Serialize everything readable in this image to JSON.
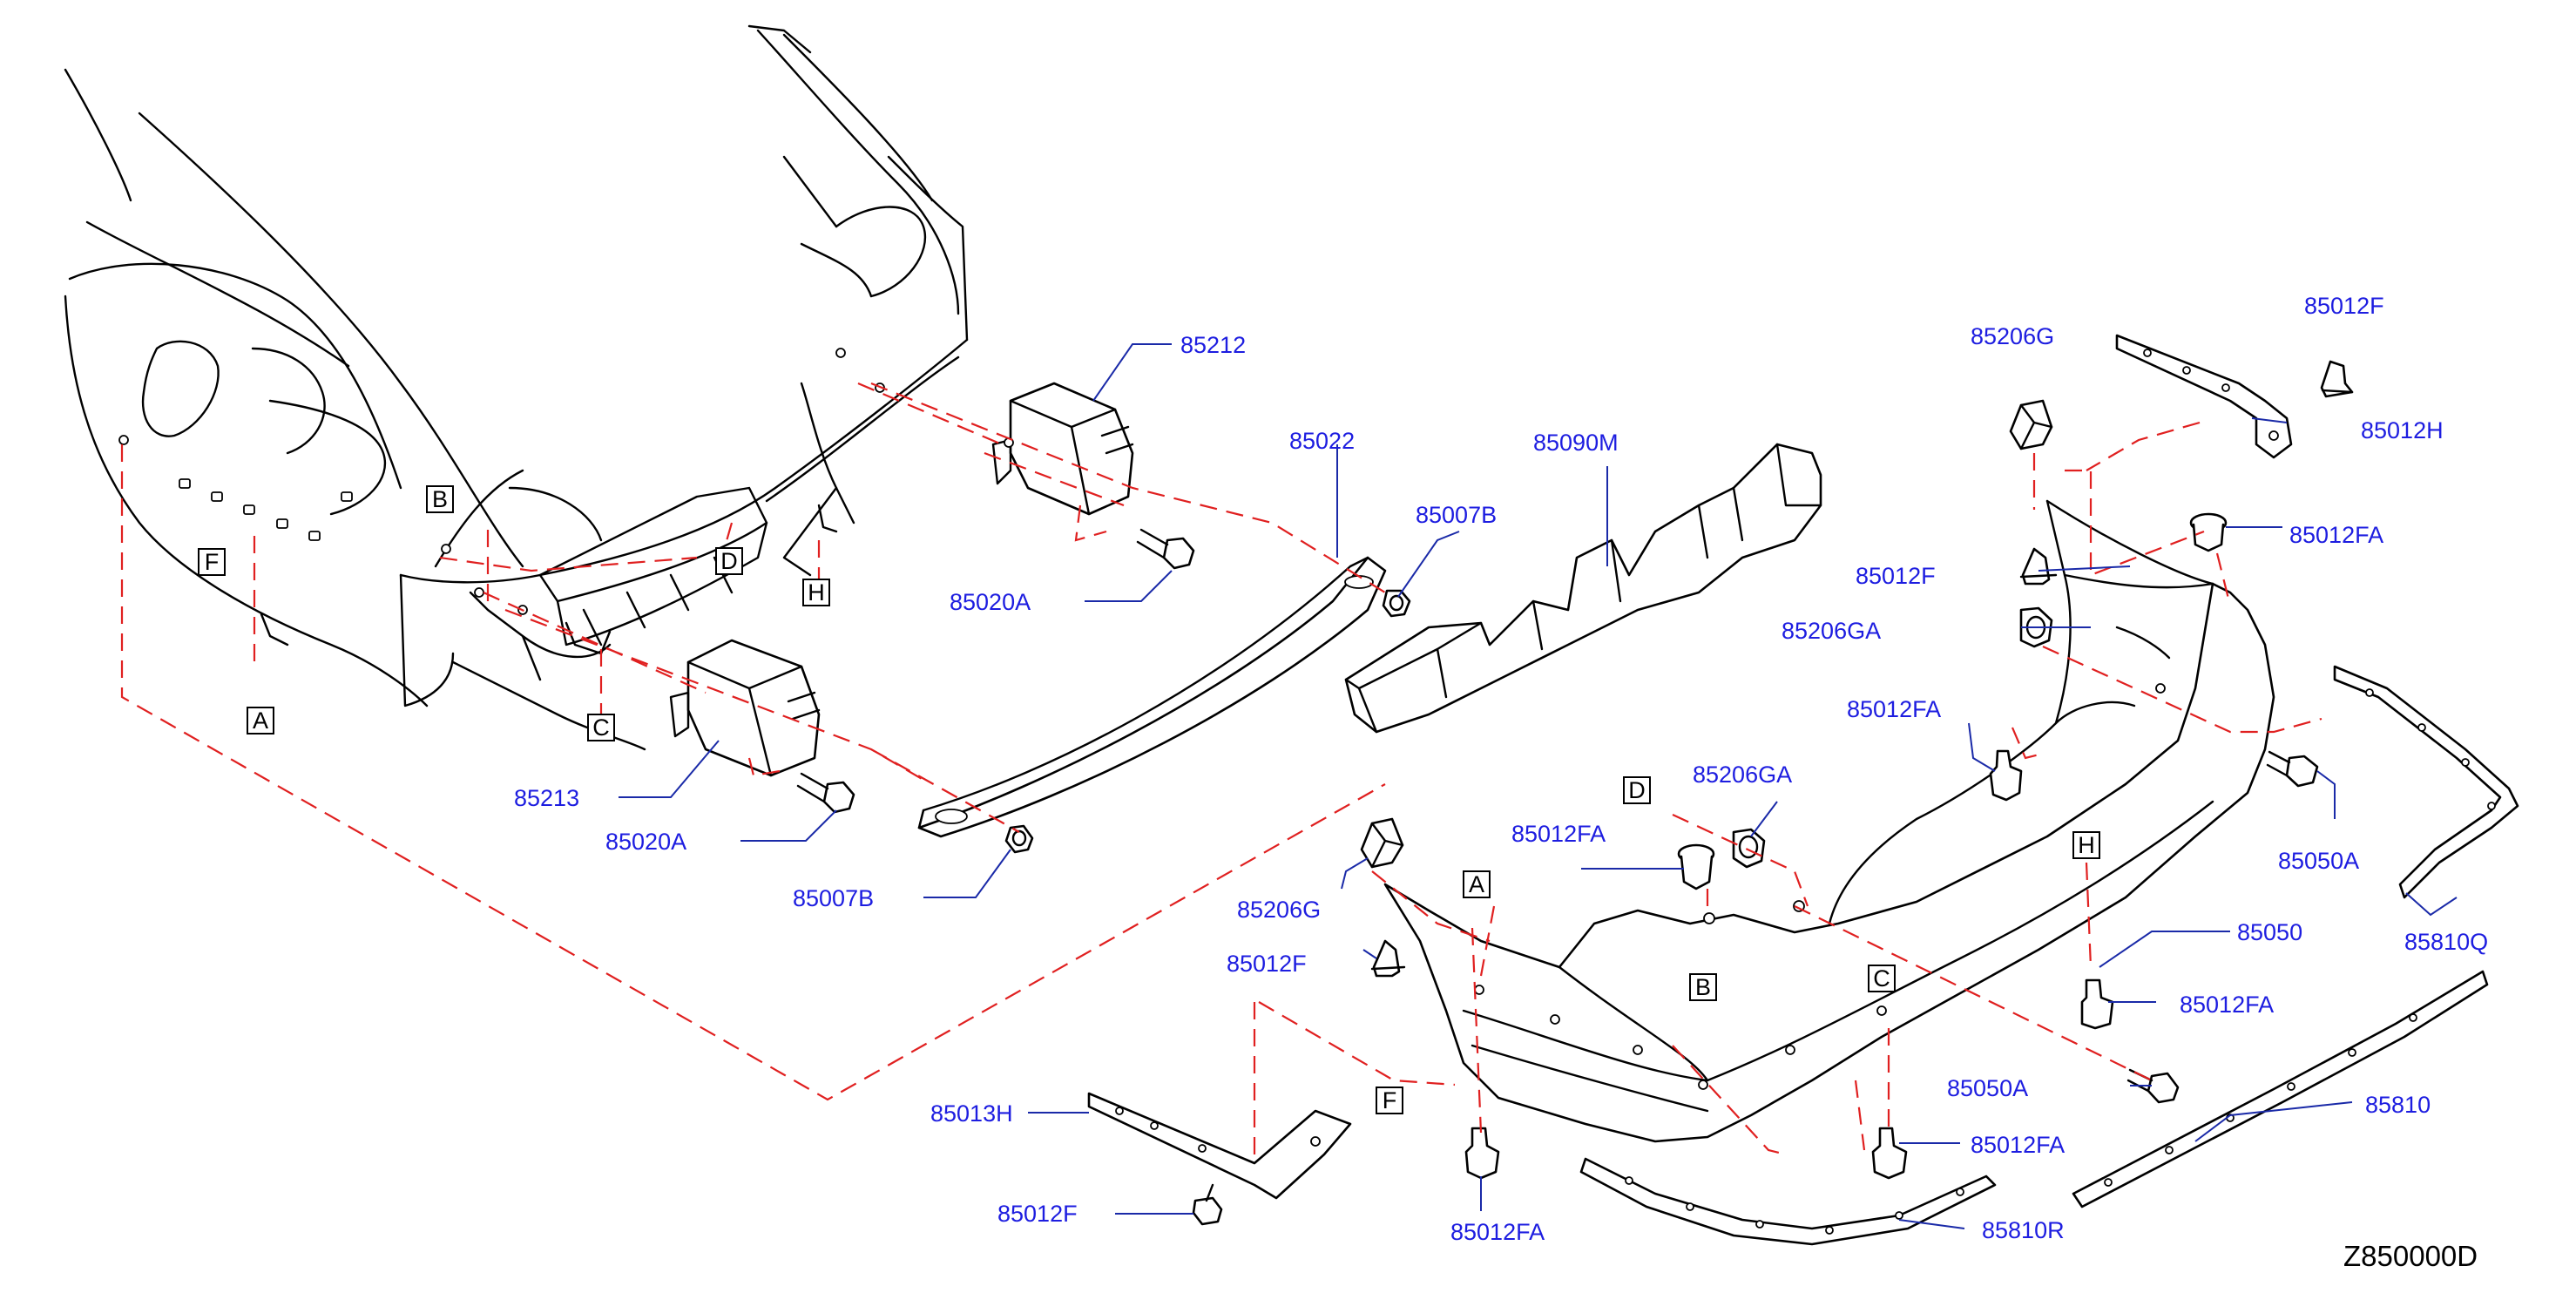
{
  "diagram_code": "Z850000D",
  "part_labels": {
    "p85212": "85212",
    "p85022": "85022",
    "p85090M": "85090M",
    "p85007B_a": "85007B",
    "p85020A_a": "85020A",
    "p85213": "85213",
    "p85020A_b": "85020A",
    "p85007B_b": "85007B",
    "p85206G_a": "85206G",
    "p85012F_a": "85012F",
    "p85012H": "85012H",
    "p85012FA_a": "85012FA",
    "p85012F_b": "85012F",
    "p85206GA_a": "85206GA",
    "p85012FA_b": "85012FA",
    "p85050A_a": "85050A",
    "p85810Q": "85810Q",
    "p85050": "85050",
    "p85012FA_c": "85012FA",
    "p85810": "85810",
    "p85050A_b": "85050A",
    "p85012FA_d": "85012FA",
    "p85810R": "85810R",
    "p85206GA_b": "85206GA",
    "p85012FA_e": "85012FA",
    "p85206G_b": "85206G",
    "p85012F_c": "85012F",
    "p85013H": "85013H",
    "p85012F_d": "85012F",
    "p85012FA_f": "85012FA"
  },
  "reference_letters": {
    "body_A": "A",
    "body_B": "B",
    "body_C": "C",
    "body_D": "D",
    "body_F": "F",
    "body_H": "H",
    "bumper_A": "A",
    "bumper_B": "B",
    "bumper_C": "C",
    "bumper_D": "D",
    "bumper_F": "F",
    "bumper_H": "H"
  },
  "colors": {
    "part_number": "#1d1de0",
    "leader_line": "#1a2aa8",
    "alignment_dash": "#e02020",
    "linework": "#000000"
  }
}
